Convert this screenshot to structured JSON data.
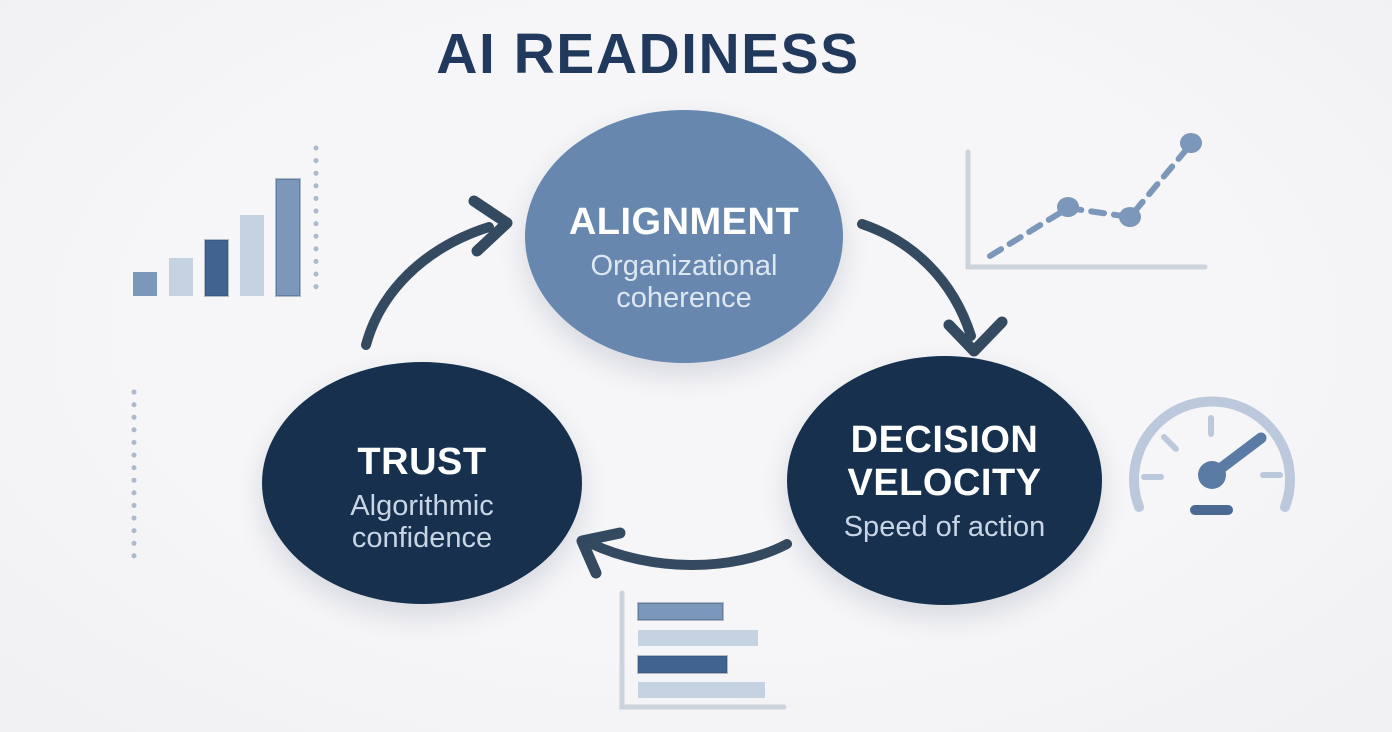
{
  "title": "AI READINESS",
  "cycle": {
    "nodes": [
      {
        "id": "alignment",
        "label": "ALIGNMENT",
        "sublabel": "Organizational coherence"
      },
      {
        "id": "decision-velocity",
        "label": "DECISION VELOCITY",
        "sublabel": "Speed of action"
      },
      {
        "id": "trust",
        "label": "TRUST",
        "sublabel": "Algorithmic confidence"
      }
    ],
    "flow": [
      "trust -> alignment",
      "alignment -> decision-velocity",
      "decision-velocity -> trust"
    ]
  },
  "decorations": {
    "top_left": "ascending-bar-chart-icon",
    "top_left_accent": "vertical-dotted-line",
    "top_right": "trend-line-chart-icon",
    "right": "speedometer-gauge-icon",
    "bottom": "horizontal-bar-chart-icon",
    "left_accent": "vertical-dotted-line"
  },
  "colors": {
    "background": "#f6f6f8",
    "title_text": "#21395c",
    "node_alignment_fill": "#6787ae",
    "node_dark_fill": "#16304e",
    "node_label_text": "#ffffff",
    "node_sublabel_light": "#dde7f2",
    "node_sublabel_dark": "#c8d5e5",
    "arrow": "#344a60",
    "icon_light_blue": "#c5d2e2",
    "icon_medium_blue": "#7b97b9",
    "icon_dark_blue": "#40648f",
    "icon_axis": "#ccd3dd",
    "icon_dot": "#aeb9ce",
    "gauge_arc": "#bcc9dc",
    "gauge_needle": "#5a7ba3",
    "gauge_bar": "#4a6a94"
  }
}
